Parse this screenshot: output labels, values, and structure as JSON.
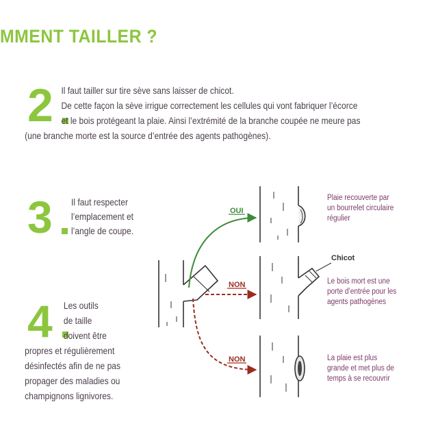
{
  "title": "MMENT TAILLER ?",
  "step2": {
    "number": "2",
    "lines": [
      "Il faut tailler sur tire sève sans laisser de chicot.",
      "De cette façon la sève irrigue correctement les cellules qui vont fabriquer l’écorce",
      "et le bois protégeant la plaie. Ainsi l’extrémité de la branche coupée ne meure pas",
      "(une branche morte est la source d’entrée des agents pathogènes)."
    ]
  },
  "step3": {
    "number": "3",
    "lines": [
      "Il faut respecter",
      "l’emplacement et",
      "l’angle de coupe."
    ]
  },
  "step4": {
    "number": "4",
    "lines": [
      "Les outils",
      "de taille",
      "doivent être",
      "propres et régulièrement",
      "désinfectés afin de ne pas",
      "propager des maladies ou",
      "champignons lignivores."
    ]
  },
  "diagram": {
    "oui_label": "OUI",
    "non_label_1": "NON",
    "non_label_2": "NON",
    "chicot_label": "Chicot",
    "caption_1": [
      "Plaie recouverte par",
      "un bourrelet circulaire",
      "régulier"
    ],
    "caption_2": [
      "Le bois mort est une",
      "porte d’entrée pour les",
      "agents pathogènes"
    ],
    "caption_3": [
      "La plaie est plus",
      "grande et met plus de",
      "temps à se recouvrir"
    ],
    "colors": {
      "oui_arrow": "#3f8a3a",
      "non_arrow": "#9b2c1f",
      "accent": "#8cc63f"
    }
  }
}
